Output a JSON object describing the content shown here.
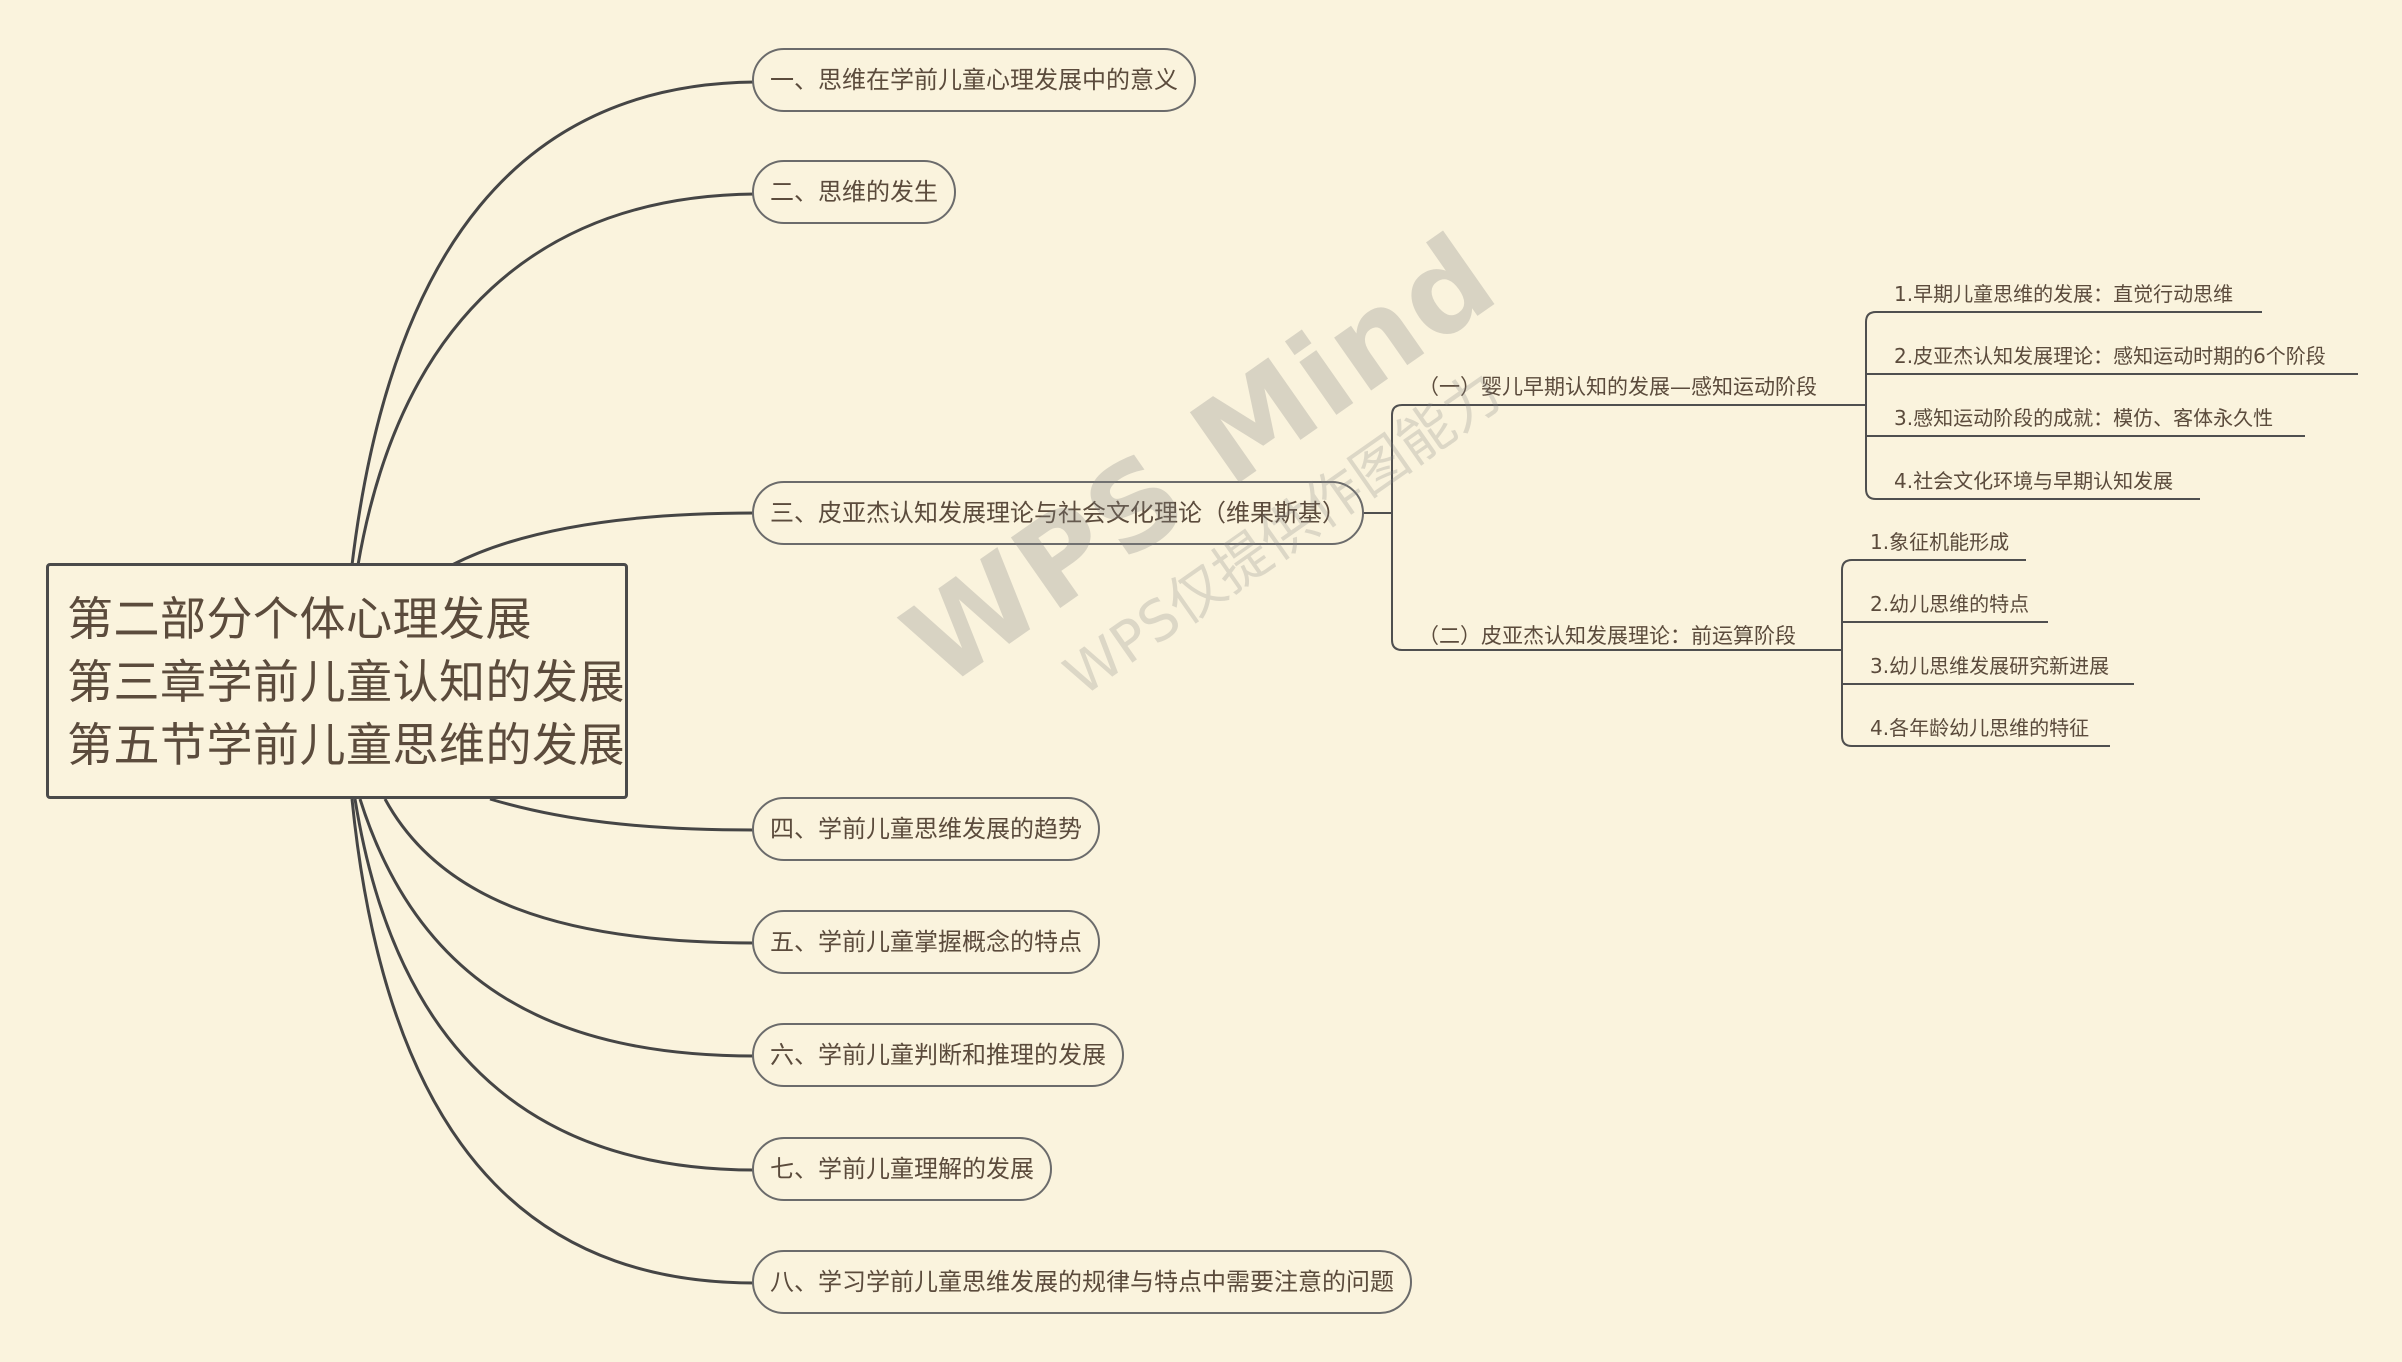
{
  "root": {
    "lines": [
      "第二部分个体心理发展",
      "第三章学前儿童认知的发展",
      "第五节学前儿童思维的发展"
    ]
  },
  "branches": [
    {
      "label": "一、思维在学前儿童心理发展中的意义"
    },
    {
      "label": "二、思维的发生"
    },
    {
      "label": "三、皮亚杰认知发展理论与社会文化理论（维果斯基）"
    },
    {
      "label": "四、学前儿童思维发展的趋势"
    },
    {
      "label": "五、学前儿童掌握概念的特点"
    },
    {
      "label": "六、学前儿童判断和推理的发展"
    },
    {
      "label": "七、学前儿童理解的发展"
    },
    {
      "label": "八、学习学前儿童思维发展的规律与特点中需要注意的问题"
    }
  ],
  "sub_branches": [
    {
      "label": "（一）婴儿早期认知的发展—感知运动阶段",
      "children": [
        "1.早期儿童思维的发展：直觉行动思维",
        "2.皮亚杰认知发展理论：感知运动时期的6个阶段",
        "3.感知运动阶段的成就：模仿、客体永久性",
        "4.社会文化环境与早期认知发展"
      ]
    },
    {
      "label": "（二）皮亚杰认知发展理论：前运算阶段",
      "children": [
        "1.象征机能形成",
        "2.幼儿思维的特点",
        "3.幼儿思维发展研究新进展",
        "4.各年龄幼儿思维的特征"
      ]
    }
  ],
  "watermark": {
    "brand": "WPS Mind",
    "note": "WPS仅提供作图能力"
  },
  "colors": {
    "background": "#faf3dd",
    "line": "#4a4a4a",
    "text": "#5b4b3c"
  }
}
